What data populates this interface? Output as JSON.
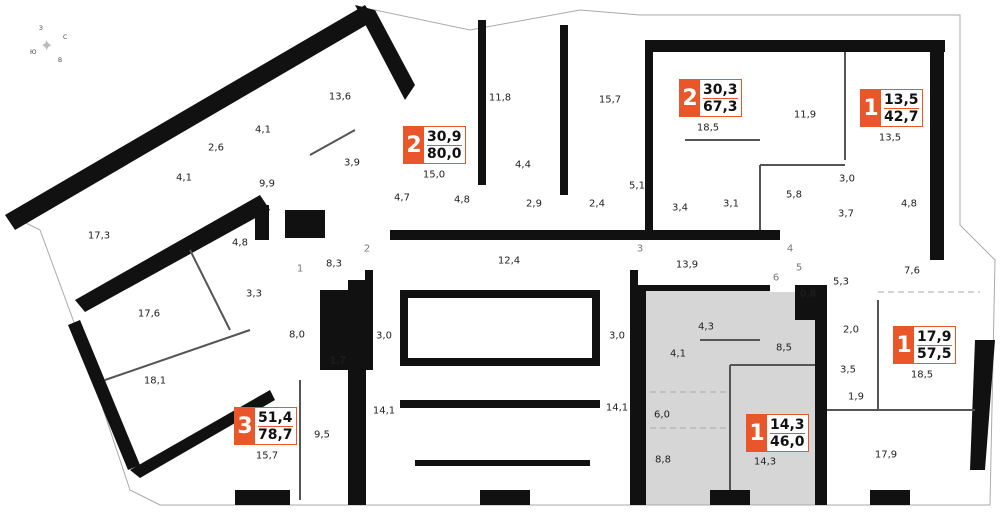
{
  "compass": {
    "n": "З",
    "e": "С",
    "s": "В",
    "w": "Ю"
  },
  "colors": {
    "accent": "#e8562a",
    "selected_fill": "#d6d6d6",
    "wall": "#111111"
  },
  "apartments": [
    {
      "rooms": "3",
      "living": "51,4",
      "total": "78,7"
    },
    {
      "rooms": "2",
      "living": "30,9",
      "total": "80,0"
    },
    {
      "rooms": "2",
      "living": "30,3",
      "total": "67,3"
    },
    {
      "rooms": "1",
      "living": "13,5",
      "total": "42,7"
    },
    {
      "rooms": "1",
      "living": "17,9",
      "total": "57,5"
    },
    {
      "rooms": "1",
      "living": "14,3",
      "total": "46,0"
    }
  ],
  "rooms": [
    "13,6",
    "4,1",
    "2,6",
    "4,1",
    "9,9",
    "3,9",
    "4,7",
    "4,8",
    "15,0",
    "11,8",
    "15,7",
    "4,4",
    "2,9",
    "2,4",
    "5,1",
    "18,5",
    "3,4",
    "3,1",
    "11,9",
    "13,5",
    "3,0",
    "5,8",
    "3,7",
    "4,8",
    "17,3",
    "4,8",
    "8,3",
    "12,4",
    "13,9",
    "5,3",
    "7,6",
    "3,3",
    "17,6",
    "8,0",
    "1,7",
    "3,0",
    "3,0",
    "4,3",
    "4,1",
    "8,5",
    "0,8",
    "2,0",
    "3,5",
    "1,9",
    "18,5",
    "18,1",
    "14,1",
    "14,1",
    "9,5",
    "6,0",
    "8,8",
    "14,3",
    "15,7",
    "17,9"
  ],
  "doors": [
    "1",
    "2",
    "3",
    "4",
    "5",
    "6"
  ]
}
